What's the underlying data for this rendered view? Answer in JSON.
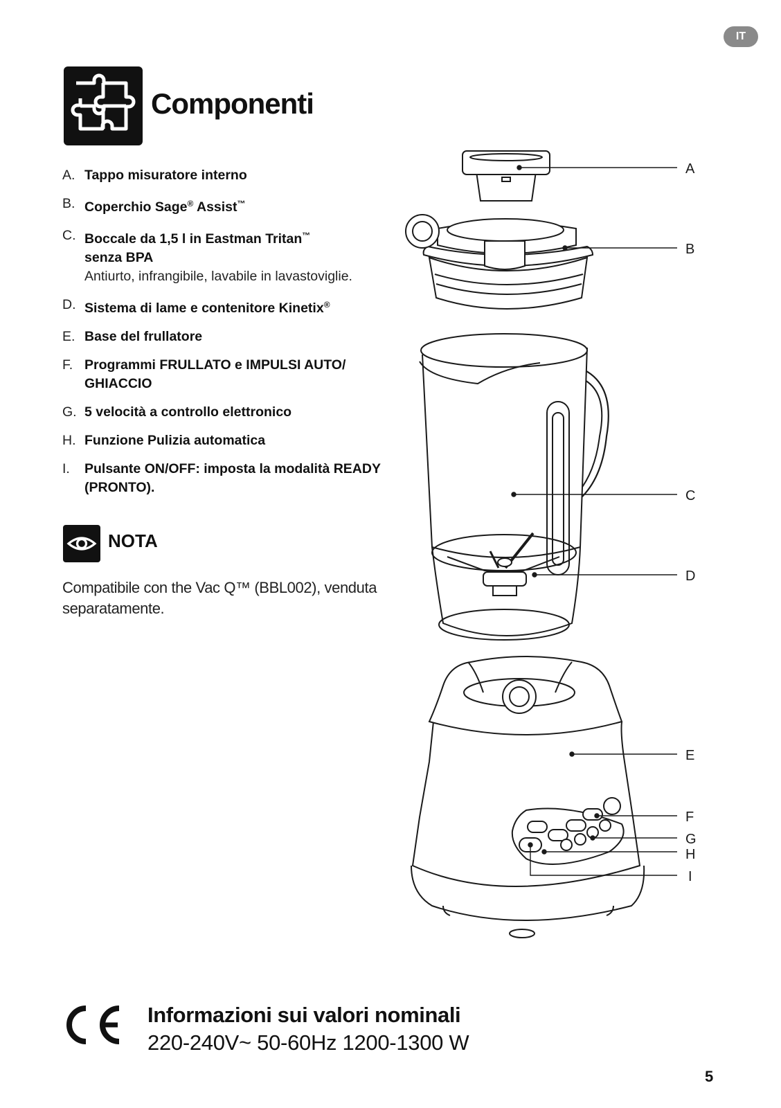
{
  "header": {
    "language_badge": "IT"
  },
  "section": {
    "title": "Componenti",
    "icon": "puzzle-icon"
  },
  "components": [
    {
      "letter": "A.",
      "label": "Tappo misuratore interno"
    },
    {
      "letter": "B.",
      "label": "Coperchio Sage",
      "mark1": "®",
      "label2": " Assist",
      "mark2": "™"
    },
    {
      "letter": "C.",
      "label": "Boccale da 1,5 l in Eastman Tritan",
      "mark1": "™",
      "label2": " senza BPA",
      "description": "Antiurto, infrangibile, lavabile in lavastoviglie."
    },
    {
      "letter": "D.",
      "label": "Sistema di lame e contenitore Kinetix",
      "mark1": "®"
    },
    {
      "letter": "E.",
      "label": "Base del frullatore"
    },
    {
      "letter": "F.",
      "label": "Programmi FRULLATO e IMPULSI AUTO/ GHIACCIO"
    },
    {
      "letter": "G.",
      "label": "5 velocità a controllo elettronico"
    },
    {
      "letter": "H.",
      "label": "Funzione Pulizia automatica"
    },
    {
      "letter": "I.",
      "label": "Pulsante ON/OFF: imposta la modalità READY (PRONTO)."
    }
  ],
  "note": {
    "icon": "eye-icon",
    "title": "NOTA",
    "text": "Compatibile con the Vac Q™ (BBL002), venduta separatamente."
  },
  "diagram": {
    "callouts": [
      "A",
      "B",
      "C",
      "D",
      "E",
      "F",
      "G",
      "H",
      "I"
    ]
  },
  "rating": {
    "icon": "ce-mark",
    "title": "Informazioni sui valori nominali",
    "value": "220-240V~ 50-60Hz 1200-1300 W"
  },
  "footer": {
    "page_number": "5"
  }
}
